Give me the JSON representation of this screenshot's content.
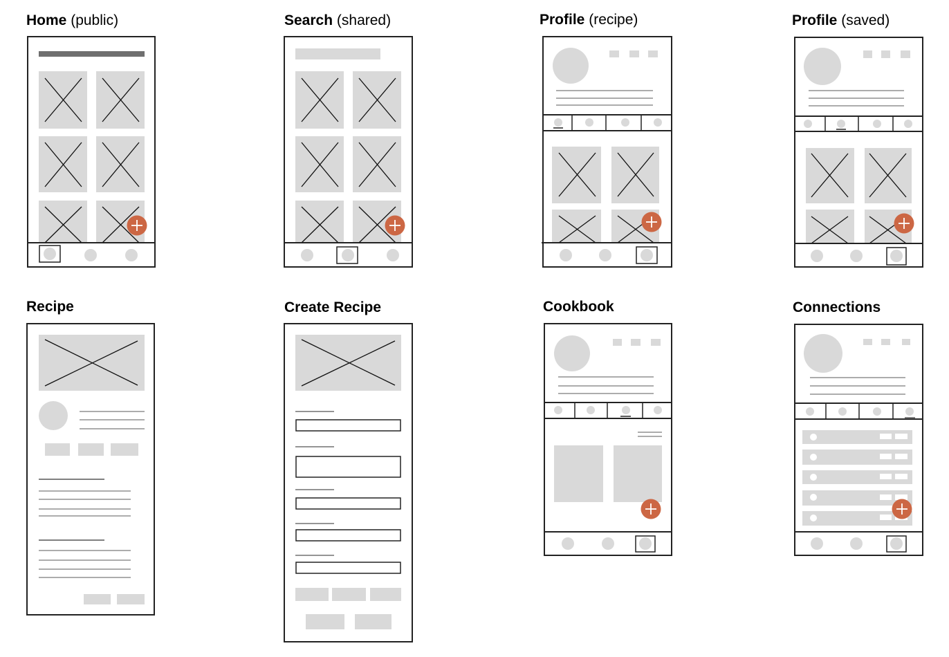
{
  "colors": {
    "frame_stroke": "#222222",
    "placeholder_fill": "#d9d9d9",
    "text_line": "#7a7a7a",
    "heading_bar": "#6f6f6f",
    "fab_fill": "#cc6744",
    "fab_icon": "#ffffff"
  },
  "screens": [
    {
      "id": "home",
      "title": "Home",
      "subtitle": "(public)",
      "active_nav": 0,
      "has_fab": true
    },
    {
      "id": "search",
      "title": "Search",
      "subtitle": "(shared)",
      "active_nav": 1,
      "has_fab": true
    },
    {
      "id": "profile-recipe",
      "title": "Profile",
      "subtitle": "(recipe)",
      "active_nav": 2,
      "active_tab": 0,
      "has_fab": true
    },
    {
      "id": "profile-saved",
      "title": "Profile",
      "subtitle": "(saved)",
      "active_nav": 2,
      "active_tab": 1,
      "has_fab": true
    },
    {
      "id": "recipe",
      "title": "Recipe",
      "subtitle": ""
    },
    {
      "id": "create-recipe",
      "title": "Create Recipe",
      "subtitle": "",
      "form_fields": 5
    },
    {
      "id": "cookbook",
      "title": "Cookbook",
      "subtitle": "",
      "active_nav": 2,
      "active_tab": 2,
      "has_fab": true
    },
    {
      "id": "connections",
      "title": "Connections",
      "subtitle": "",
      "active_nav": 2,
      "active_tab": 3,
      "has_fab": true,
      "list_rows": 5
    }
  ]
}
